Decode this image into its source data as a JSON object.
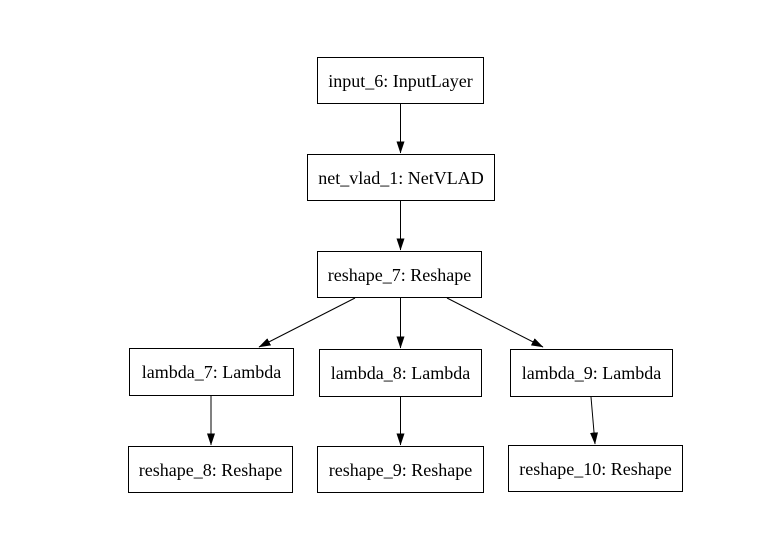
{
  "diagram": {
    "kind": "keras-model-architecture-graph",
    "background_color": "#ffffff",
    "node_fill_color": "#ffffff",
    "node_border_color": "#000000",
    "text_color": "#000000",
    "edge_color": "#000000",
    "nodes": [
      {
        "id": "input_6",
        "label": "input_6: InputLayer"
      },
      {
        "id": "net_vlad_1",
        "label": "net_vlad_1: NetVLAD"
      },
      {
        "id": "reshape_7",
        "label": "reshape_7: Reshape"
      },
      {
        "id": "lambda_7",
        "label": "lambda_7: Lambda"
      },
      {
        "id": "lambda_8",
        "label": "lambda_8: Lambda"
      },
      {
        "id": "lambda_9",
        "label": "lambda_9: Lambda"
      },
      {
        "id": "reshape_8",
        "label": "reshape_8: Reshape"
      },
      {
        "id": "reshape_9",
        "label": "reshape_9: Reshape"
      },
      {
        "id": "reshape_10",
        "label": "reshape_10: Reshape"
      }
    ],
    "edges": [
      {
        "from": "input_6",
        "to": "net_vlad_1"
      },
      {
        "from": "net_vlad_1",
        "to": "reshape_7"
      },
      {
        "from": "reshape_7",
        "to": "lambda_7"
      },
      {
        "from": "reshape_7",
        "to": "lambda_8"
      },
      {
        "from": "reshape_7",
        "to": "lambda_9"
      },
      {
        "from": "lambda_7",
        "to": "reshape_8"
      },
      {
        "from": "lambda_8",
        "to": "reshape_9"
      },
      {
        "from": "lambda_9",
        "to": "reshape_10"
      }
    ]
  }
}
